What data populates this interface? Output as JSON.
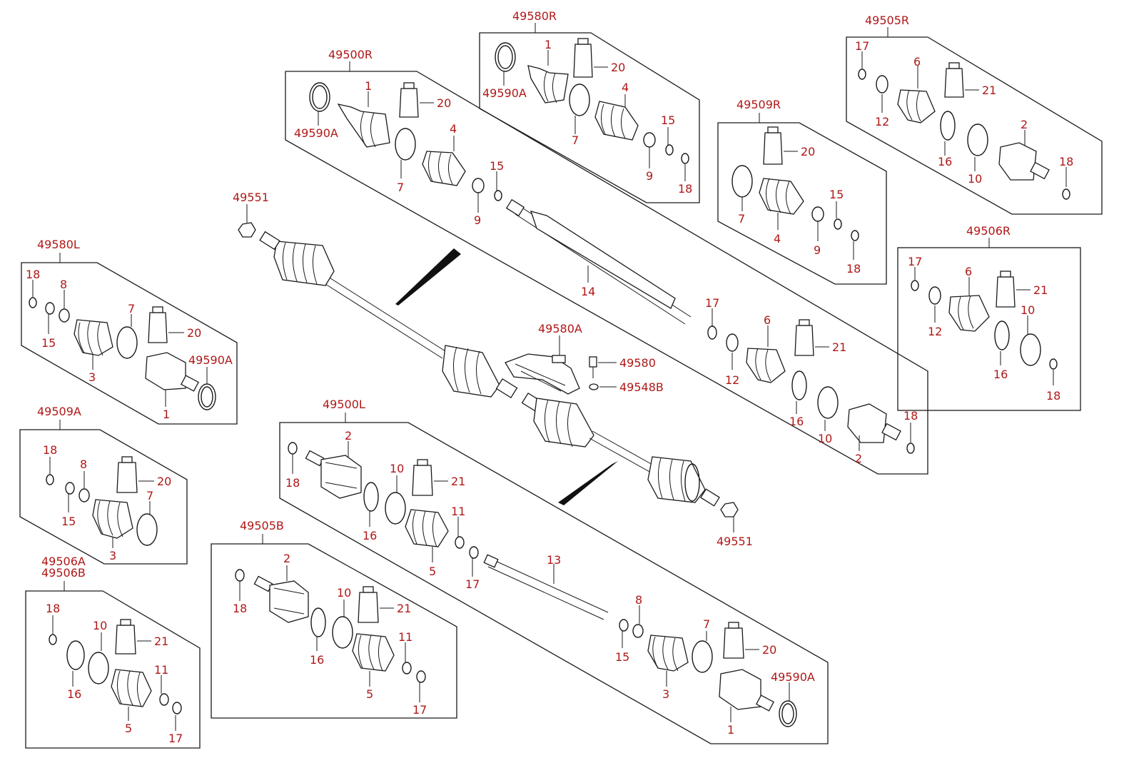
{
  "diagram": {
    "groups": [
      {
        "id": "g49580R",
        "title": "49580R",
        "callouts": [
          "1",
          "20",
          "49590A",
          "4",
          "7",
          "15",
          "9",
          "18"
        ]
      },
      {
        "id": "g49505R",
        "title": "49505R",
        "callouts": [
          "17",
          "6",
          "12",
          "21",
          "2",
          "16",
          "10",
          "18"
        ]
      },
      {
        "id": "g49500R",
        "title": "49500R",
        "callouts": [
          "1",
          "20",
          "49590A",
          "4",
          "7",
          "15",
          "9",
          "14",
          "17",
          "6",
          "21",
          "12",
          "16",
          "10",
          "18",
          "2"
        ]
      },
      {
        "id": "g49509R",
        "title": "49509R",
        "callouts": [
          "20",
          "7",
          "4",
          "15",
          "9",
          "18"
        ]
      },
      {
        "id": "g49506R",
        "title": "49506R",
        "callouts": [
          "17",
          "6",
          "21",
          "12",
          "10",
          "16",
          "18"
        ]
      },
      {
        "id": "g49580L",
        "title": "49580L",
        "callouts": [
          "18",
          "8",
          "7",
          "15",
          "20",
          "3",
          "49590A",
          "1"
        ]
      },
      {
        "id": "g49509A",
        "title": "49509A",
        "callouts": [
          "18",
          "8",
          "20",
          "7",
          "15",
          "3"
        ]
      },
      {
        "id": "g49506AB",
        "title": "49506A",
        "title2": "49506B",
        "callouts": [
          "18",
          "10",
          "21",
          "16",
          "11",
          "5",
          "17"
        ]
      },
      {
        "id": "g49505B",
        "title": "49505B",
        "callouts": [
          "2",
          "18",
          "10",
          "21",
          "16",
          "11",
          "5",
          "17"
        ]
      },
      {
        "id": "g49500L",
        "title": "49500L",
        "callouts": [
          "2",
          "18",
          "10",
          "21",
          "16",
          "11",
          "5",
          "17",
          "13",
          "8",
          "7",
          "15",
          "20",
          "49590A",
          "3",
          "1"
        ]
      }
    ],
    "loose_callouts": [
      "49551",
      "49580A",
      "49580",
      "49548B",
      "49551"
    ]
  }
}
